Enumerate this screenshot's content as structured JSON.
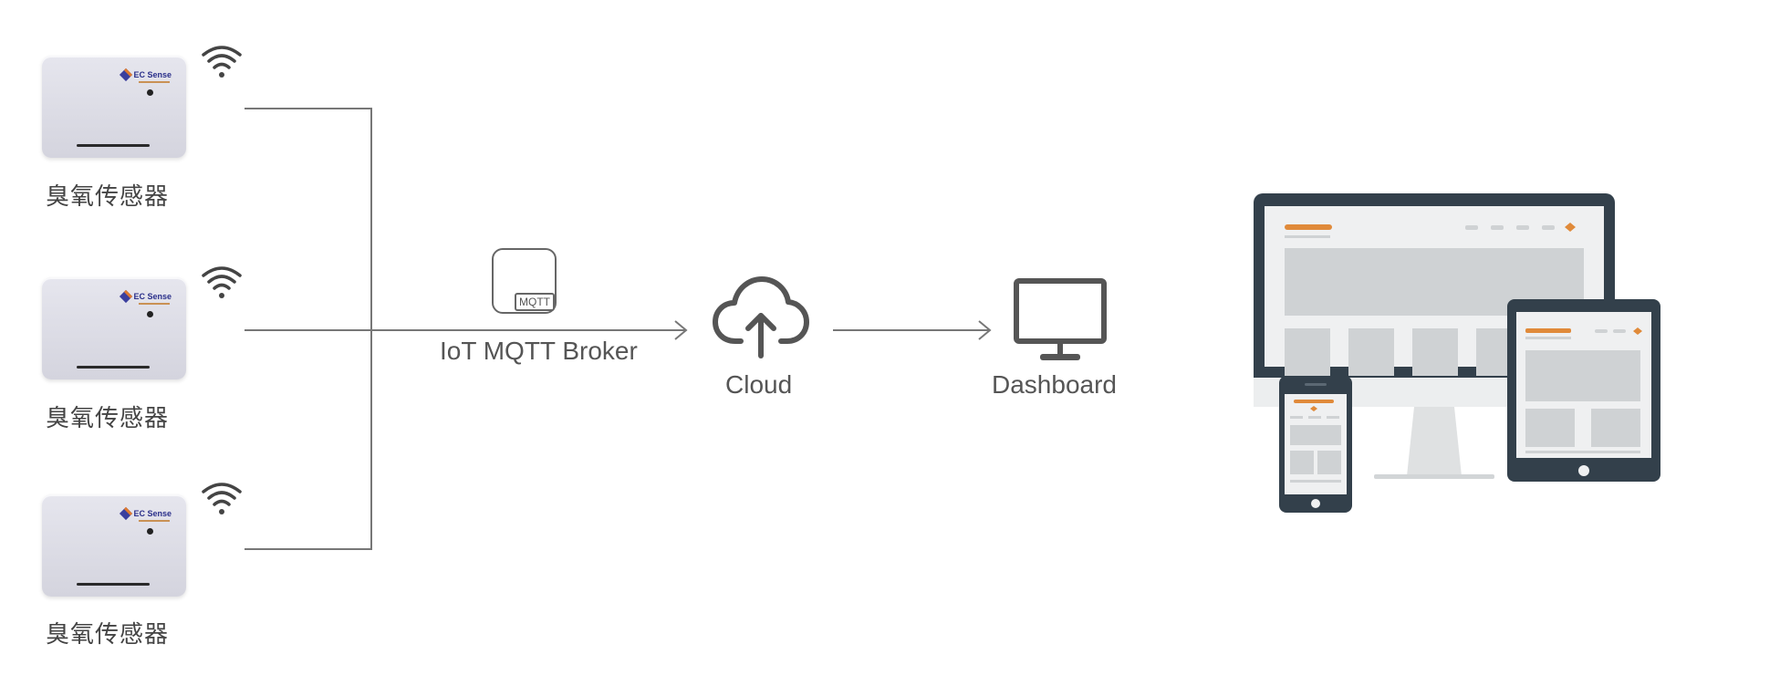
{
  "sensors": [
    {
      "label": "臭氧传感器",
      "brand": "EC Sense"
    },
    {
      "label": "臭氧传感器",
      "brand": "EC Sense"
    },
    {
      "label": "臭氧传感器",
      "brand": "EC Sense"
    }
  ],
  "broker": {
    "badge": "MQTT",
    "label": "IoT MQTT Broker"
  },
  "cloud": {
    "label": "Cloud"
  },
  "dashboard": {
    "label": "Dashboard"
  },
  "colors": {
    "line": "#777777",
    "icon": "#555555",
    "device_frame": "#33404b",
    "accent": "#e08a3a",
    "screen_block": "#cfd2d4"
  },
  "icons": {
    "wifi": "wifi-icon",
    "broker": "mqtt-broker-icon",
    "cloud": "cloud-upload-icon",
    "dashboard": "monitor-icon"
  }
}
